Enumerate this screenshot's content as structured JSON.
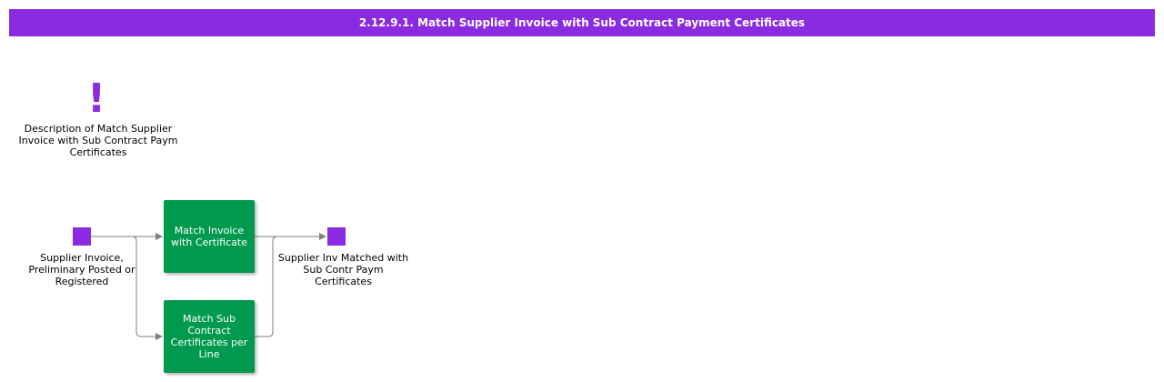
{
  "header": {
    "title": "2.12.9.1. Match Supplier Invoice with Sub Contract Payment Certificates"
  },
  "description": {
    "icon": "exclamation-icon",
    "label": "Description of Match Supplier Invoice with Sub Contract Paym Certificates"
  },
  "diagram": {
    "start_event": {
      "label": "Supplier Invoice, Preliminary Posted or Registered"
    },
    "tasks": [
      {
        "label": "Match Invoice with Certificate"
      },
      {
        "label": "Match Sub Contract Certificates per Line"
      }
    ],
    "end_event": {
      "label": "Supplier Inv Matched with Sub Contr Paym Certificates"
    }
  },
  "colors": {
    "header": "#8a2be2",
    "event": "#8a2be2",
    "task": "#009a4e",
    "connector": "#808080"
  }
}
